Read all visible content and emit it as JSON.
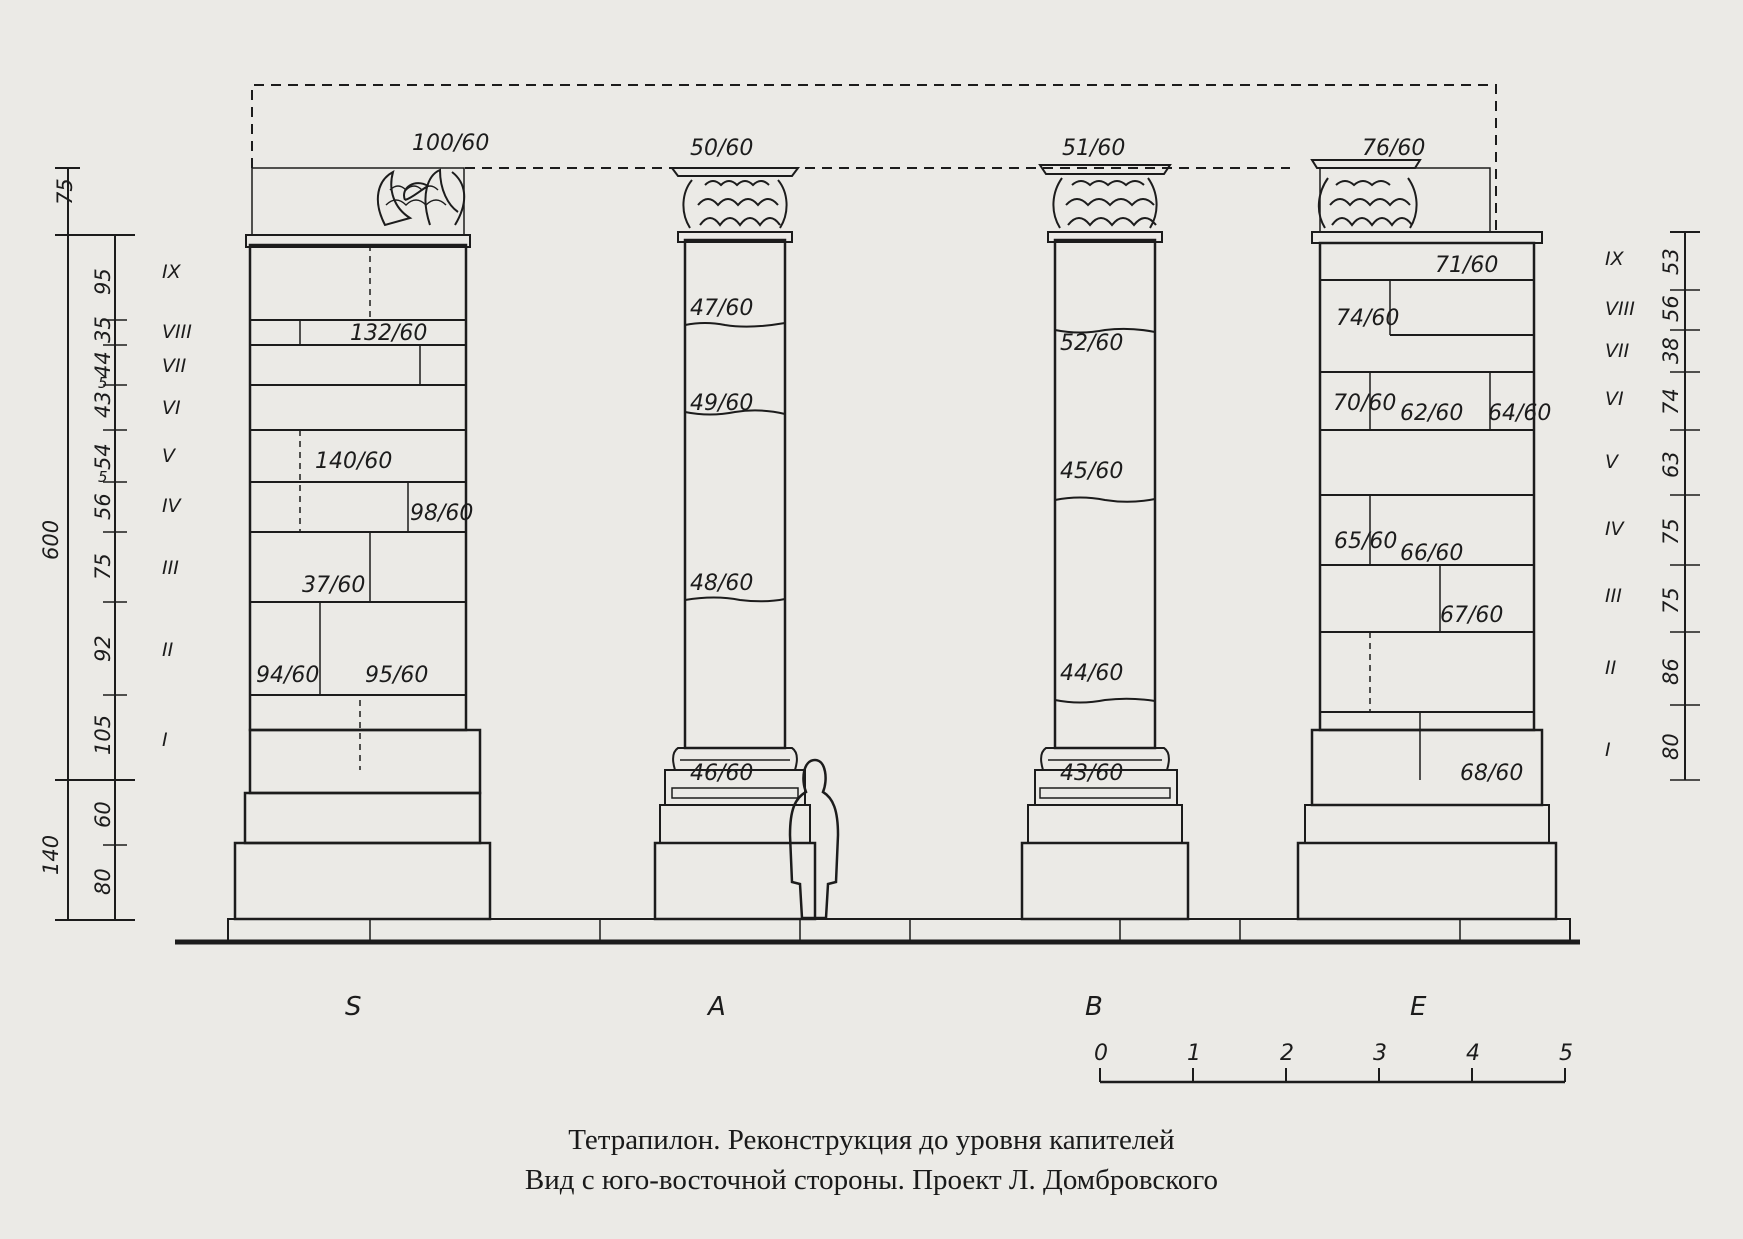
{
  "caption": {
    "line1": "Тетрапилон. Реконструкция до уровня капителей",
    "line2": "Вид с юго-восточной стороны. Проект Л. Домбровского"
  },
  "columns": [
    {
      "id": "S",
      "label": "S",
      "capital_label": "100/60",
      "block_labels": [
        "132/60",
        "140/60",
        "98/60",
        "37/60",
        "94/60",
        "95/60"
      ]
    },
    {
      "id": "A",
      "label": "A",
      "capital_label": "50/60",
      "block_labels": [
        "47/60",
        "49/60",
        "48/60",
        "46/60"
      ]
    },
    {
      "id": "B",
      "label": "B",
      "capital_label": "51/60",
      "block_labels": [
        "52/60",
        "45/60",
        "44/60",
        "43/60"
      ]
    },
    {
      "id": "E",
      "label": "E",
      "capital_label": "76/60",
      "block_labels": [
        "71/60",
        "74/60",
        "70/60",
        "62/60",
        "64/60",
        "65/60",
        "66/60",
        "67/60",
        "68/60"
      ]
    }
  ],
  "left_dimensions": {
    "overall": [
      "75",
      "600",
      "140"
    ],
    "courses": [
      "95",
      "35",
      "44",
      "5",
      "43",
      "54",
      "5",
      "56",
      "75",
      "92",
      "105",
      "60",
      "80"
    ],
    "roman": [
      "IX",
      "VIII",
      "VII",
      "VI",
      "V",
      "IV",
      "III",
      "II",
      "I"
    ]
  },
  "right_dimensions": {
    "courses": [
      "53",
      "56",
      "38",
      "74",
      "63",
      "75",
      "75",
      "86",
      "80"
    ],
    "roman": [
      "IX",
      "VIII",
      "VII",
      "VI",
      "V",
      "IV",
      "III",
      "II",
      "I"
    ]
  },
  "scale_bar": {
    "ticks": [
      "0",
      "1",
      "2",
      "3",
      "4",
      "5"
    ]
  }
}
